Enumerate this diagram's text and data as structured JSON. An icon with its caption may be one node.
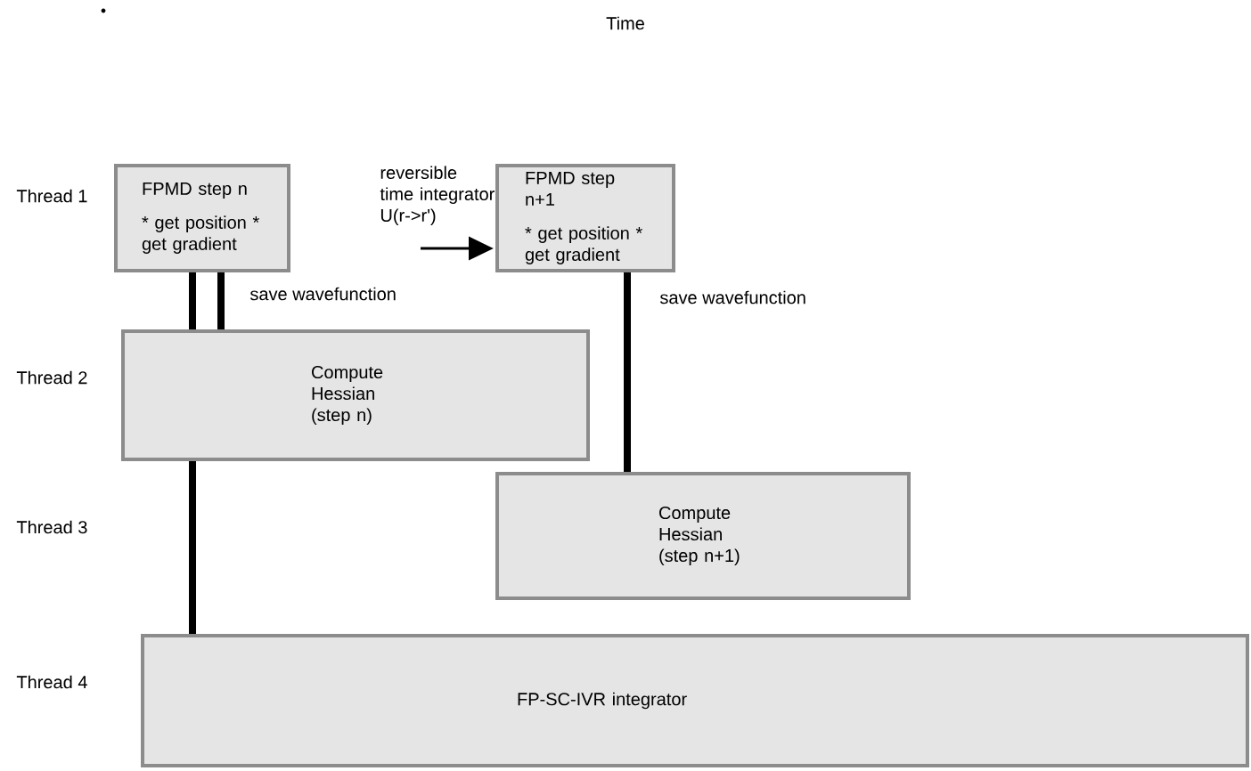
{
  "diagram": {
    "title": "Time",
    "nodes": [
      {
        "text": [
          "FPMD step n",
          "* get position * get gradient"
        ]
      },
      {
        "text": [
          "FPMD step n+1",
          "* get position * get gradient"
        ]
      },
      {
        "text": [
          "Compute Hessian (step n)"
        ]
      },
      {
        "text": [
          "Compute Hessian (step n+1)"
        ]
      },
      {
        "text": [
          "FP-SC-IVR integrator"
        ]
      }
    ],
    "edges": [
      {
        "from": 0,
        "to": 2,
        "arrow": "none"
      },
      {
        "from": 0,
        "to": 2,
        "arrow": "none",
        "label": "save wavefunction"
      },
      {
        "from": 2,
        "to": 4,
        "arrow": "none"
      },
      {
        "from": 1,
        "to": 3,
        "arrow": "none",
        "label": "save wavefunction"
      },
      {
        "from": null,
        "to": 1,
        "arrow": "to",
        "label": "reversible time integrator U(r->r')"
      }
    ],
    "labels": [
      "Thread 1",
      "Thread 2",
      "Thread 3",
      "Thread 4"
    ]
  }
}
